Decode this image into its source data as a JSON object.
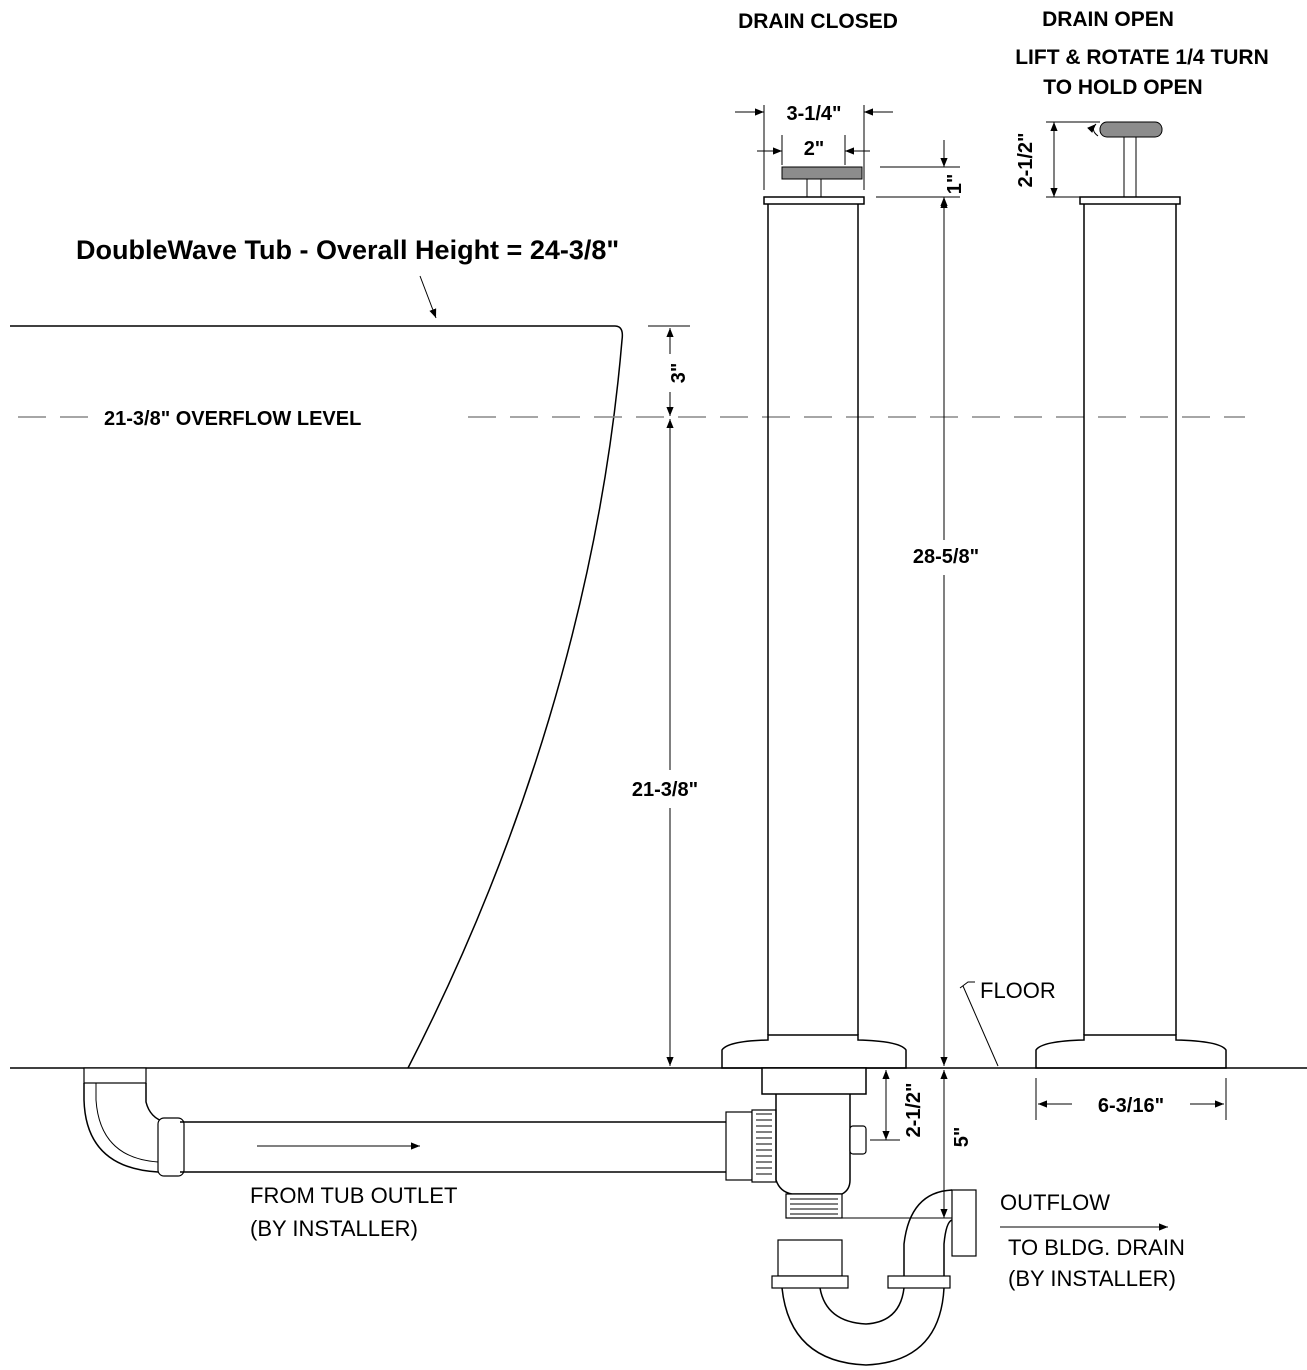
{
  "title": "DoubleWave Tub - Overall Height = 24-3/8\"",
  "headers": {
    "drain_closed": "DRAIN CLOSED",
    "drain_open": "DRAIN OPEN",
    "drain_open_note_1": "LIFT & ROTATE 1/4 TURN",
    "drain_open_note_2": "TO HOLD OPEN"
  },
  "overflow_level": "21-3/8\" OVERFLOW LEVEL",
  "dimensions": {
    "cap_outer_width": "3-1/4\"",
    "cap_inner_width": "2\"",
    "cap_height_closed": "1\"",
    "lift_height_open": "2-1/2\"",
    "rim_to_overflow": "3\"",
    "overflow_to_floor": "21-3/8\"",
    "standpipe_height": "28-5/8\"",
    "base_width": "6-3/16\"",
    "floor_to_tee": "2-1/2\"",
    "floor_to_trap": "5\""
  },
  "labels": {
    "floor": "FLOOR",
    "from_tub_1": "FROM TUB OUTLET",
    "from_tub_2": "(BY INSTALLER)",
    "outflow": "OUTFLOW",
    "to_bldg_1": "TO BLDG. DRAIN",
    "to_bldg_2": "(BY INSTALLER)"
  }
}
